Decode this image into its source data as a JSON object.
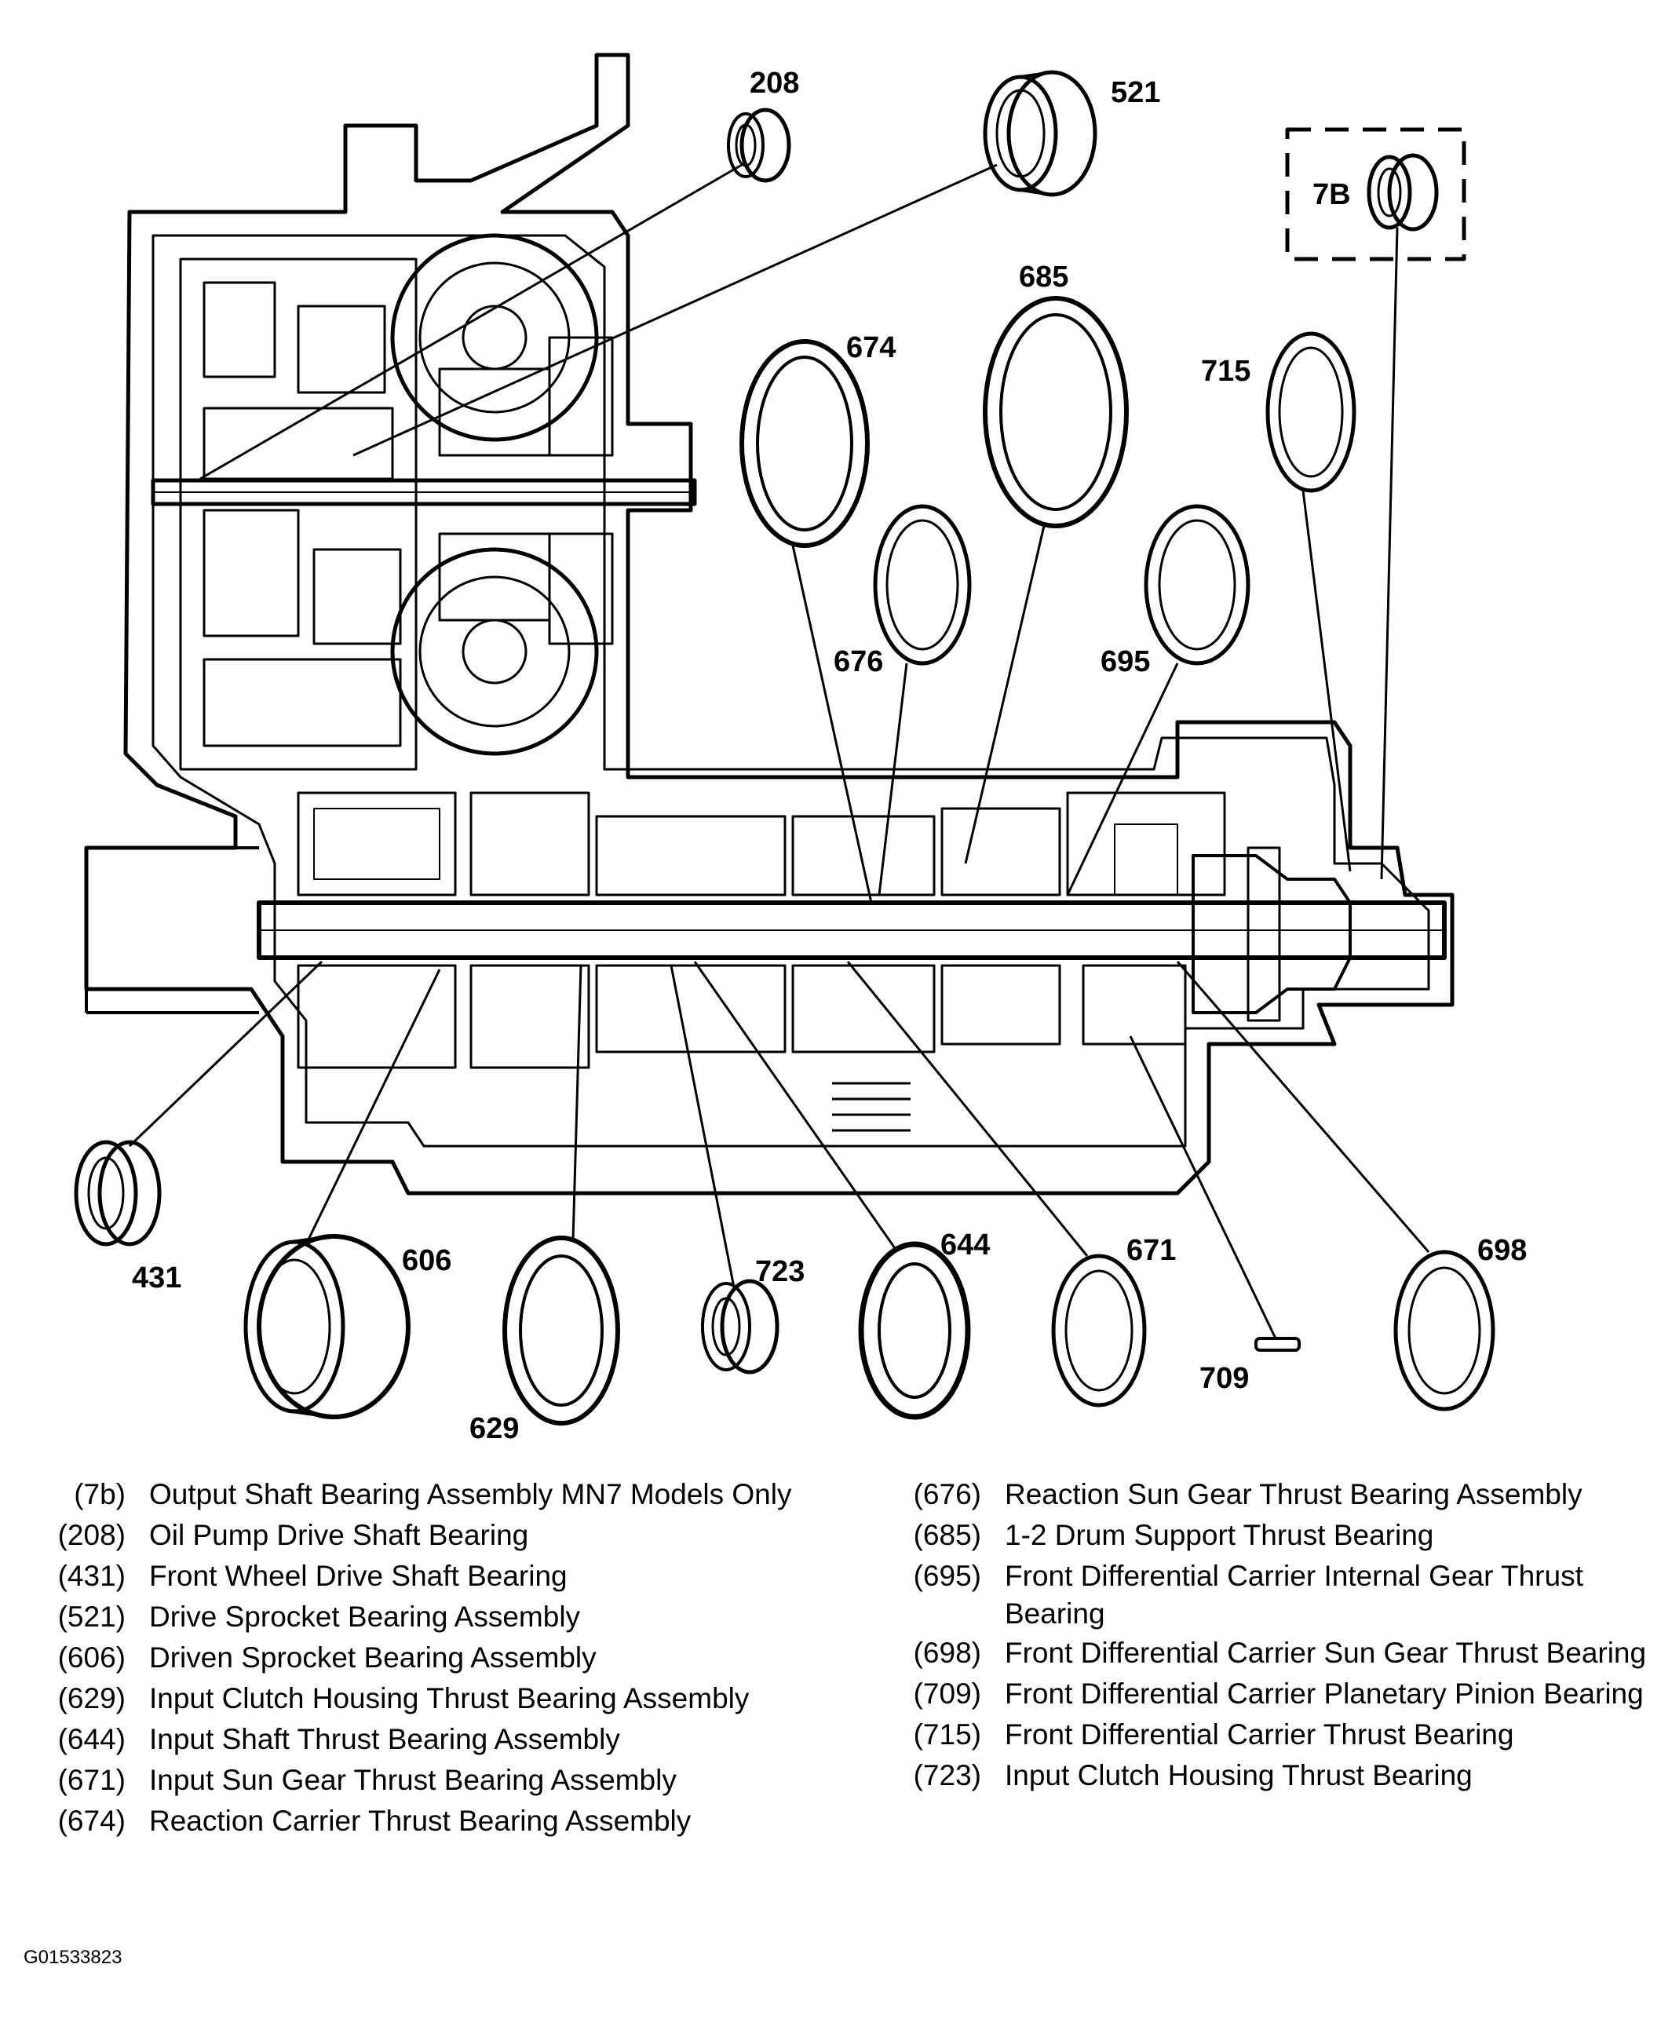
{
  "callouts": {
    "c208": "208",
    "c521": "521",
    "c7b": "7B",
    "c685": "685",
    "c674": "674",
    "c715": "715",
    "c676": "676",
    "c695": "695",
    "c431": "431",
    "c606": "606",
    "c723": "723",
    "c644": "644",
    "c671": "671",
    "c698": "698",
    "c709": "709",
    "c629": "629"
  },
  "legend_left": [
    {
      "code": "(7b)",
      "desc": "Output Shaft Bearing Assembly MN7 Models Only"
    },
    {
      "code": "(208)",
      "desc": "Oil Pump Drive Shaft Bearing"
    },
    {
      "code": "(431)",
      "desc": "Front Wheel Drive Shaft Bearing"
    },
    {
      "code": "(521)",
      "desc": "Drive Sprocket Bearing Assembly"
    },
    {
      "code": "(606)",
      "desc": "Driven Sprocket Bearing Assembly"
    },
    {
      "code": "(629)",
      "desc": "Input Clutch Housing Thrust Bearing Assembly"
    },
    {
      "code": "(644)",
      "desc": "Input Shaft Thrust Bearing Assembly"
    },
    {
      "code": "(671)",
      "desc": "Input Sun Gear Thrust Bearing Assembly"
    },
    {
      "code": "(674)",
      "desc": "Reaction Carrier Thrust Bearing Assembly"
    }
  ],
  "legend_right": [
    {
      "code": "(676)",
      "desc": "Reaction Sun Gear Thrust Bearing Assembly"
    },
    {
      "code": "(685)",
      "desc": "1-2 Drum Support Thrust Bearing"
    },
    {
      "code": "(695)",
      "desc": "Front Differential Carrier Internal Gear Thrust Bearing"
    },
    {
      "code": "(698)",
      "desc": "Front Differential Carrier Sun Gear Thrust Bearing"
    },
    {
      "code": "(709)",
      "desc": "Front Differential Carrier Planetary Pinion Bearing"
    },
    {
      "code": "(715)",
      "desc": "Front Differential Carrier Thrust Bearing"
    },
    {
      "code": "(723)",
      "desc": "Input Clutch Housing Thrust Bearing"
    }
  ],
  "figure_id": "G01533823"
}
